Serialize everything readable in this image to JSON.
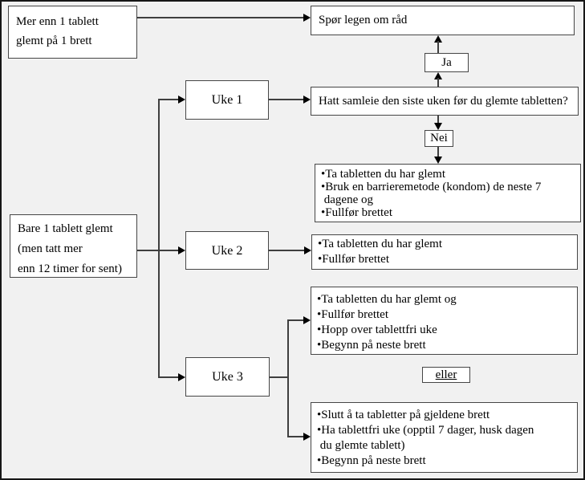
{
  "colors": {
    "background": "#f1f1f1",
    "box_fill": "#ffffff",
    "box_border": "#464646",
    "connector": "#3f3f3f",
    "arrowhead": "#000000"
  },
  "flowchart": {
    "conditions": {
      "more_than_one": [
        "Mer enn 1 tablett",
        "glemt på 1 brett"
      ],
      "only_one_late": [
        "Bare 1 tablett glemt",
        "(men tatt mer",
        "enn 12 timer for sent)"
      ]
    },
    "ask_doctor": "Spør legen om råd",
    "weeks": {
      "week1": "Uke 1",
      "week2": "Uke 2",
      "week3": "Uke 3"
    },
    "question": "Hatt samleie den siste uken før du glemte tabletten?",
    "answers": {
      "yes": "Ja",
      "no": "Nei",
      "or": "eller"
    },
    "results": {
      "week1": [
        "•Ta tabletten du har glemt",
        "•Bruk en barrieremetode (kondom) de neste 7",
        " dagene og",
        "•Fullfør brettet"
      ],
      "week2": [
        "•Ta tabletten du har glemt",
        "•Fullfør brettet"
      ],
      "week3_continue": [
        "•Ta tabletten du har glemt og",
        "•Fullfør brettet",
        "•Hopp over tablettfri uke",
        "•Begynn på neste brett"
      ],
      "week3_break": [
        "•Slutt å ta tabletter på gjeldene brett",
        "•Ha tablettfri uke (opptil 7 dager, husk dagen",
        " du glemte tablett)",
        "•Begynn på neste brett"
      ]
    }
  }
}
